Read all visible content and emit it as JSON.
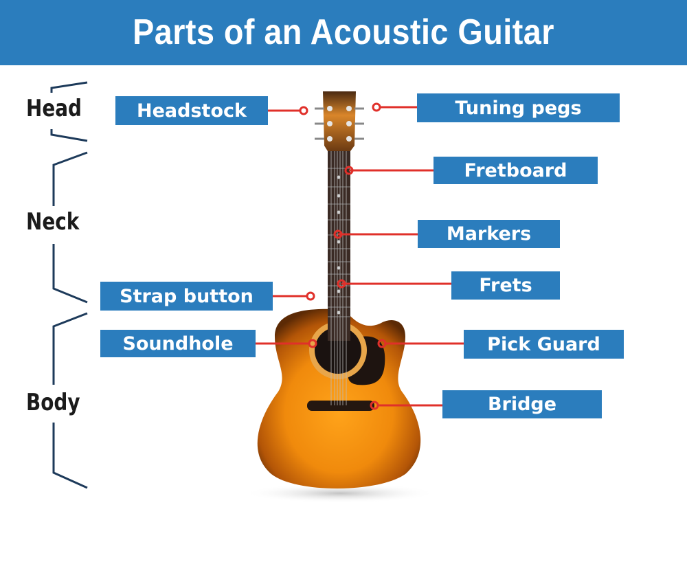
{
  "title": "Parts of an Acoustic Guitar",
  "sections": [
    "Head",
    "Neck",
    "Body"
  ],
  "labels": {
    "headstock": "Headstock",
    "tuning_pegs": "Tuning pegs",
    "fretboard": "Fretboard",
    "markers": "Markers",
    "strap_button": "Strap button",
    "frets": "Frets",
    "soundhole": "Soundhole",
    "pick_guard": "Pick Guard",
    "bridge": "Bridge"
  },
  "colors": {
    "accent_blue": "#2b7dbd",
    "leader_red": "#e0302a",
    "bracket_navy": "#1d3a5a"
  }
}
